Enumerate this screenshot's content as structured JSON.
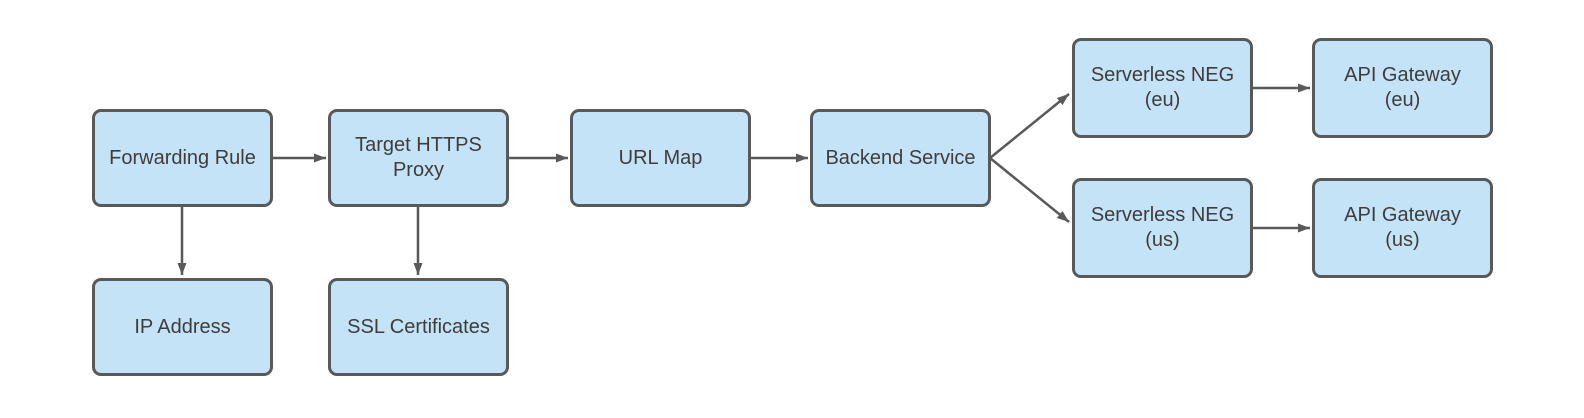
{
  "colors": {
    "node_fill": "#c5e3f6",
    "node_border": "#58595b",
    "node_text": "#3d3d3d",
    "arrow": "#58595b",
    "background": "#ffffff"
  },
  "nodes": {
    "forwarding_rule": {
      "lines": [
        "Forwarding Rule"
      ]
    },
    "target_https_proxy": {
      "lines": [
        "Target HTTPS",
        "Proxy"
      ]
    },
    "url_map": {
      "lines": [
        "URL Map"
      ]
    },
    "backend_service": {
      "lines": [
        "Backend Service"
      ]
    },
    "serverless_neg_eu": {
      "lines": [
        "Serverless NEG",
        "(eu)"
      ]
    },
    "api_gateway_eu": {
      "lines": [
        "API Gateway",
        "(eu)"
      ]
    },
    "serverless_neg_us": {
      "lines": [
        "Serverless NEG",
        "(us)"
      ]
    },
    "api_gateway_us": {
      "lines": [
        "API Gateway",
        "(us)"
      ]
    },
    "ip_address": {
      "lines": [
        "IP Address"
      ]
    },
    "ssl_certificates": {
      "lines": [
        "SSL Certificates"
      ]
    }
  },
  "edges": [
    {
      "from": "forwarding_rule",
      "to": "target_https_proxy"
    },
    {
      "from": "target_https_proxy",
      "to": "url_map"
    },
    {
      "from": "url_map",
      "to": "backend_service"
    },
    {
      "from": "backend_service",
      "to": "serverless_neg_eu"
    },
    {
      "from": "backend_service",
      "to": "serverless_neg_us"
    },
    {
      "from": "serverless_neg_eu",
      "to": "api_gateway_eu"
    },
    {
      "from": "serverless_neg_us",
      "to": "api_gateway_us"
    },
    {
      "from": "forwarding_rule",
      "to": "ip_address"
    },
    {
      "from": "target_https_proxy",
      "to": "ssl_certificates"
    }
  ]
}
